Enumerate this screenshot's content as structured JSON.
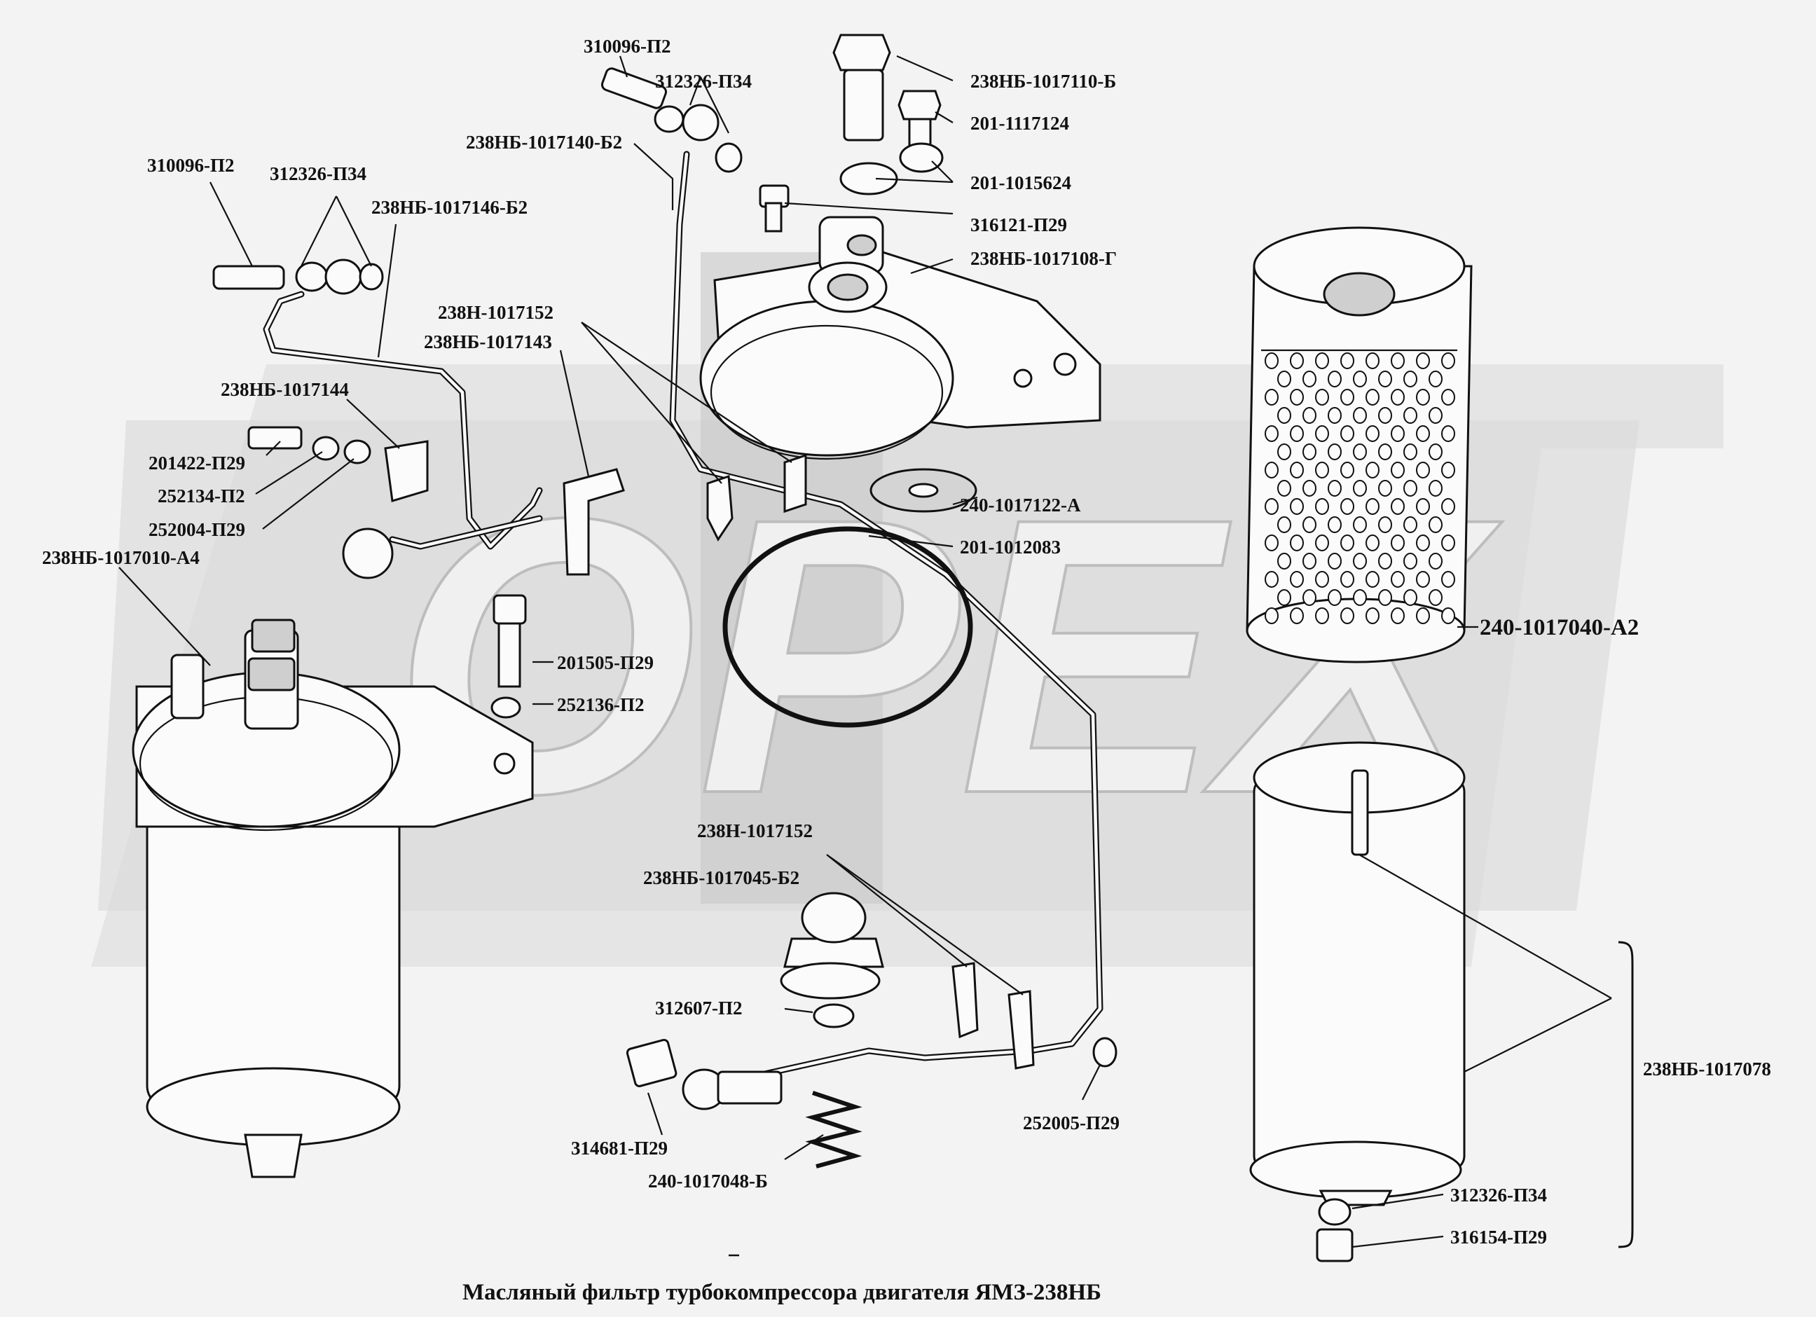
{
  "title": "Масляный фильтр турбокомпрессора  двигателя ЯМЗ-238НБ",
  "watermark_text": "OPEX",
  "labels": [
    {
      "id": "l01",
      "text": "310096-П2"
    },
    {
      "id": "l02",
      "text": "312326-П34"
    },
    {
      "id": "l03",
      "text": "238НБ-1017110-Б"
    },
    {
      "id": "l04",
      "text": "201-1117124"
    },
    {
      "id": "l05",
      "text": "238НБ-1017140-Б2"
    },
    {
      "id": "l06",
      "text": "201-1015624"
    },
    {
      "id": "l07",
      "text": "310096-П2"
    },
    {
      "id": "l08",
      "text": "312326-П34"
    },
    {
      "id": "l09",
      "text": "238НБ-1017146-Б2"
    },
    {
      "id": "l10",
      "text": "316121-П29"
    },
    {
      "id": "l11",
      "text": "238НБ-1017108-Г"
    },
    {
      "id": "l12",
      "text": "238Н-1017152"
    },
    {
      "id": "l13",
      "text": "238НБ-1017143"
    },
    {
      "id": "l14",
      "text": "238НБ-1017144"
    },
    {
      "id": "l15",
      "text": "201422-П29"
    },
    {
      "id": "l16",
      "text": "252134-П2"
    },
    {
      "id": "l17",
      "text": "240-1017122-А"
    },
    {
      "id": "l18",
      "text": "252004-П29"
    },
    {
      "id": "l19",
      "text": "201-1012083"
    },
    {
      "id": "l20",
      "text": "238НБ-1017010-А4"
    },
    {
      "id": "l21",
      "text": "240-1017040-А2"
    },
    {
      "id": "l22",
      "text": "201505-П29"
    },
    {
      "id": "l23",
      "text": "252136-П2"
    },
    {
      "id": "l24",
      "text": "238Н-1017152"
    },
    {
      "id": "l25",
      "text": "238НБ-1017045-Б2"
    },
    {
      "id": "l26",
      "text": "312607-П2"
    },
    {
      "id": "l27",
      "text": "238НБ-1017078"
    },
    {
      "id": "l28",
      "text": "314681-П29"
    },
    {
      "id": "l29",
      "text": "252005-П29"
    },
    {
      "id": "l30",
      "text": "240-1017048-Б"
    },
    {
      "id": "l31",
      "text": "312326-П34"
    },
    {
      "id": "l32",
      "text": "316154-П29"
    }
  ]
}
